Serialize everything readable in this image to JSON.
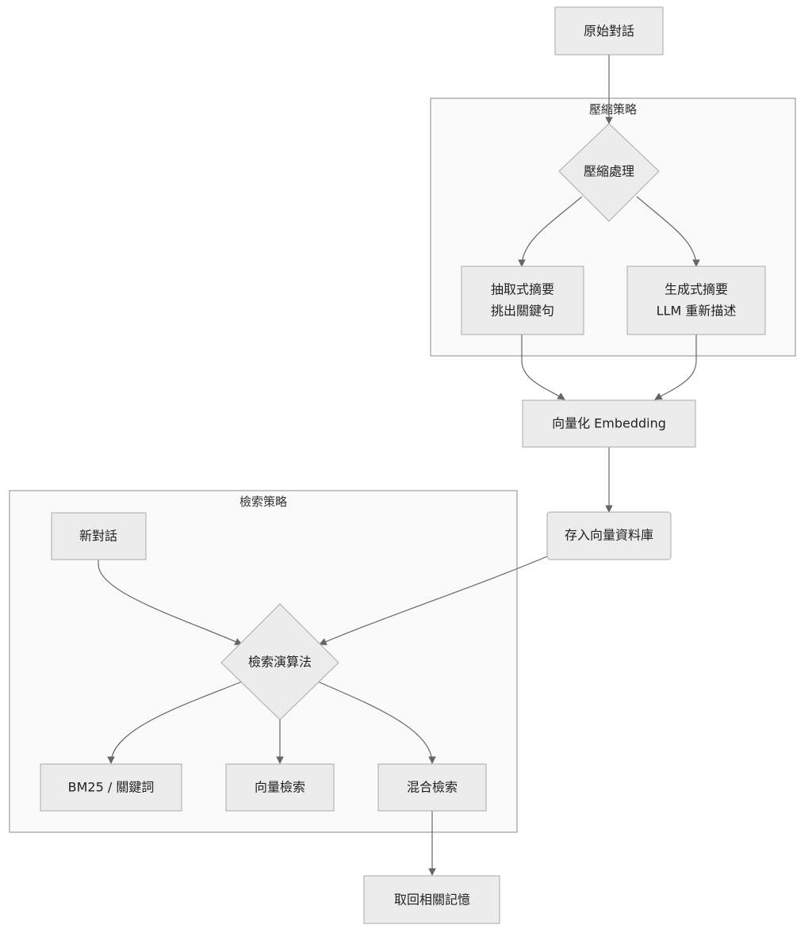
{
  "clusters": {
    "compression": "壓縮策略",
    "retrieval": "檢索策略"
  },
  "nodes": {
    "raw_dialog": "原始對話",
    "compress_process": "壓縮處理",
    "extractive_line1": "抽取式摘要",
    "extractive_line2": "挑出關鍵句",
    "generative_line1": "生成式摘要",
    "generative_line2": "LLM 重新描述",
    "embedding": "向量化 Embedding",
    "store_db": "存入向量資料庫",
    "new_dialog": "新對話",
    "retrieval_algo": "檢索演算法",
    "bm25": "BM25 / 關鍵詞",
    "vector_search": "向量檢索",
    "hybrid_search": "混合檢索",
    "recall_memory": "取回相關記憶"
  },
  "colors": {
    "node_fill": "#ececec",
    "node_stroke": "#a9a9a9",
    "cluster_fill": "#fafafa",
    "edge": "#666666"
  }
}
